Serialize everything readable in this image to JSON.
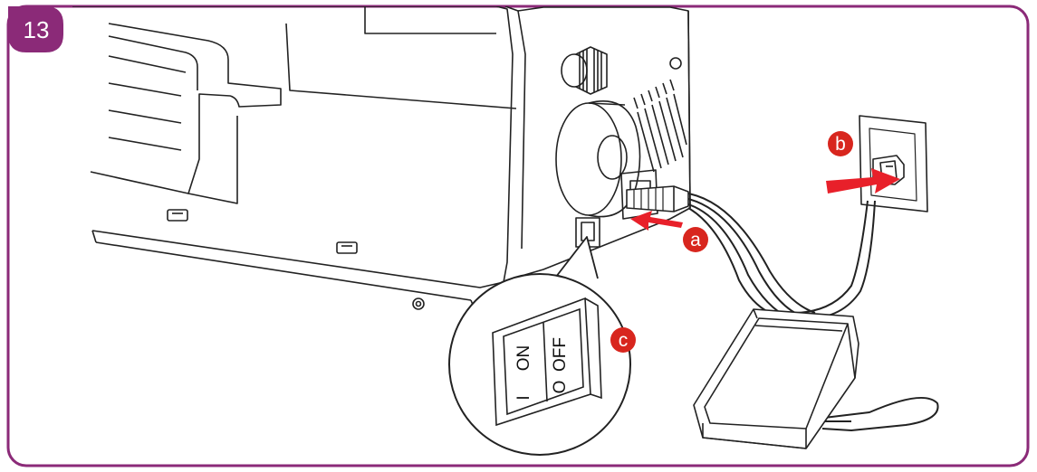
{
  "step": {
    "number": "13"
  },
  "callouts": {
    "a": "a",
    "b": "b",
    "c": "c"
  },
  "switch": {
    "on_label": "ON",
    "off_label": "OFF",
    "on_mark": "I",
    "off_mark": "O"
  },
  "colors": {
    "frame": "#8b2a78",
    "callout": "#d8261e",
    "arrow": "#e8202a",
    "line": "#222222"
  }
}
